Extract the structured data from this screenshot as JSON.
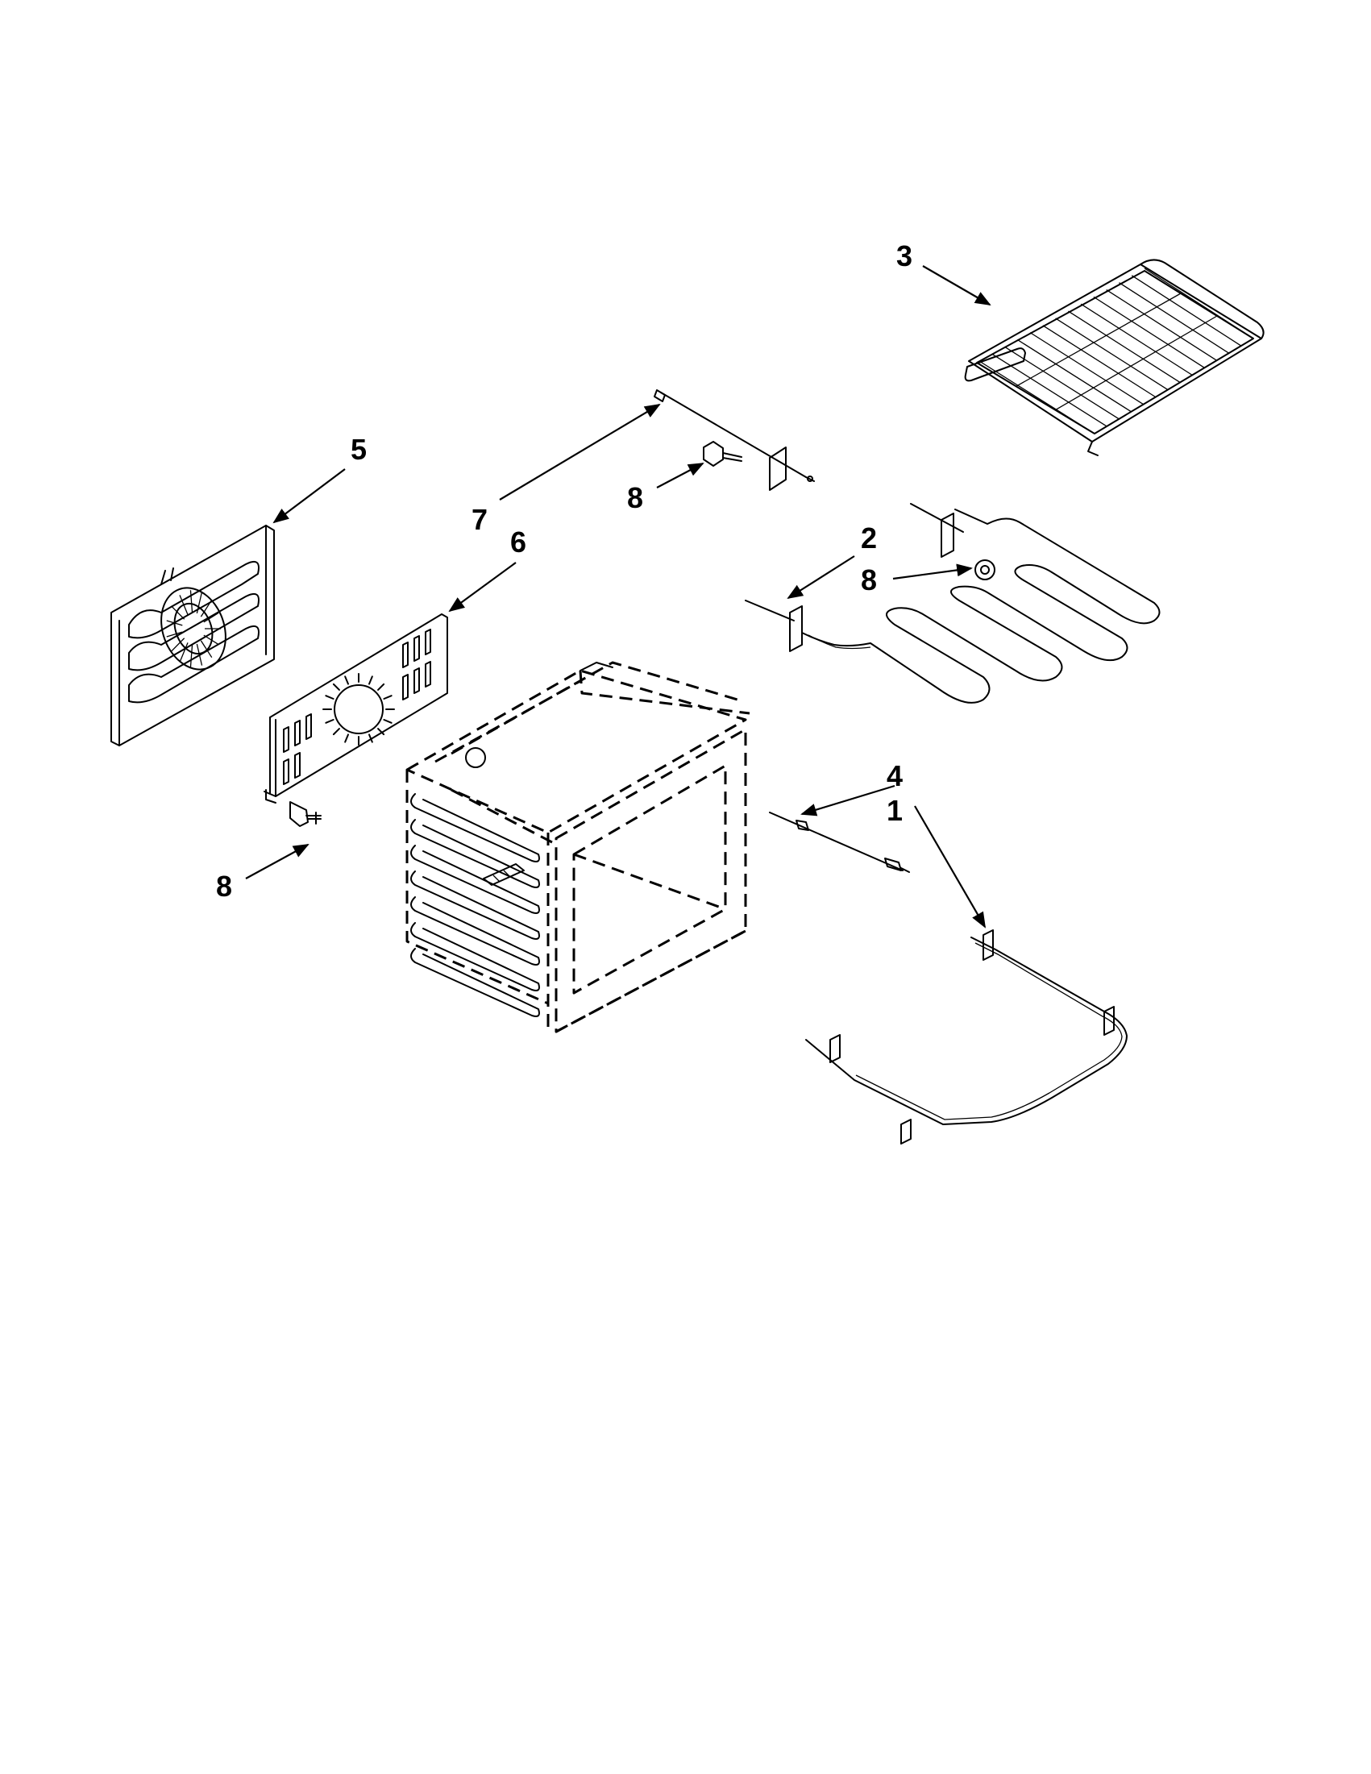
{
  "callouts": {
    "c1": "1",
    "c2": "2",
    "c3": "3",
    "c4": "4",
    "c5": "5",
    "c6": "6",
    "c7": "7",
    "c8a": "8",
    "c8b": "8",
    "c8c": "8"
  }
}
